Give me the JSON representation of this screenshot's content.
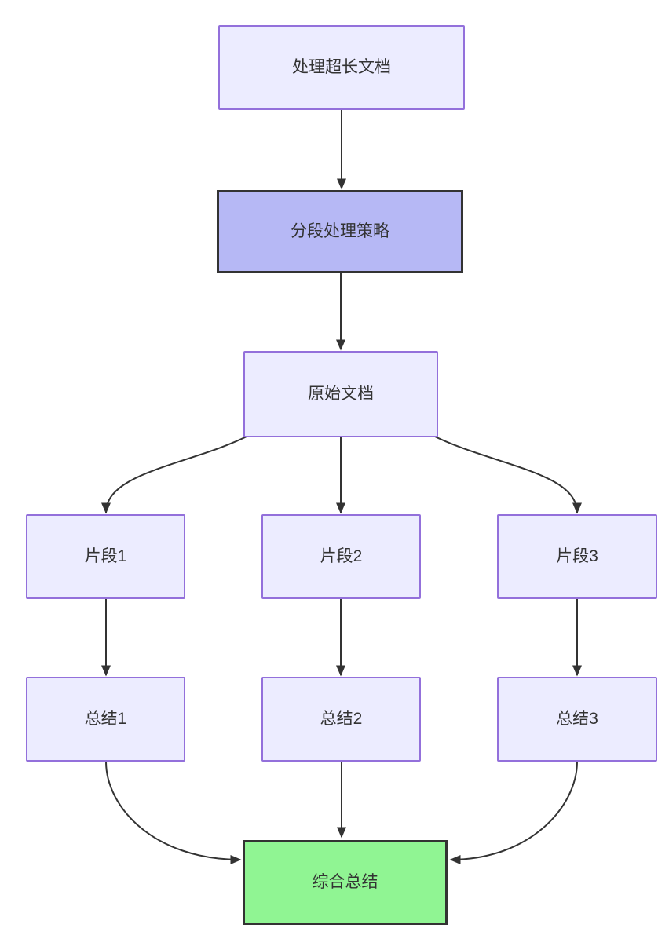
{
  "diagram": {
    "type": "flowchart",
    "direction": "top-down",
    "nodes": [
      {
        "id": "A",
        "label": "处理超长文档",
        "kind": "default"
      },
      {
        "id": "B",
        "label": "分段处理策略",
        "kind": "highlight-purple"
      },
      {
        "id": "C",
        "label": "原始文档",
        "kind": "default"
      },
      {
        "id": "D",
        "label": "片段1",
        "kind": "default"
      },
      {
        "id": "E",
        "label": "片段2",
        "kind": "default"
      },
      {
        "id": "F",
        "label": "片段3",
        "kind": "default"
      },
      {
        "id": "G",
        "label": "总结1",
        "kind": "default"
      },
      {
        "id": "H",
        "label": "总结2",
        "kind": "default"
      },
      {
        "id": "I",
        "label": "总结3",
        "kind": "default"
      },
      {
        "id": "J",
        "label": "综合总结",
        "kind": "highlight-green"
      }
    ],
    "edges": [
      {
        "from": "A",
        "to": "B"
      },
      {
        "from": "B",
        "to": "C"
      },
      {
        "from": "C",
        "to": "D"
      },
      {
        "from": "C",
        "to": "E"
      },
      {
        "from": "C",
        "to": "F"
      },
      {
        "from": "D",
        "to": "G"
      },
      {
        "from": "E",
        "to": "H"
      },
      {
        "from": "F",
        "to": "I"
      },
      {
        "from": "G",
        "to": "J"
      },
      {
        "from": "H",
        "to": "J"
      },
      {
        "from": "I",
        "to": "J"
      }
    ],
    "colors": {
      "node_fill": "#ECECFF",
      "node_border": "#9370DB",
      "strategy_fill": "#b6b8f5",
      "result_fill": "#90f593",
      "strong_border": "#333333",
      "edge": "#333333",
      "text": "#333333",
      "background": "#ffffff"
    }
  }
}
